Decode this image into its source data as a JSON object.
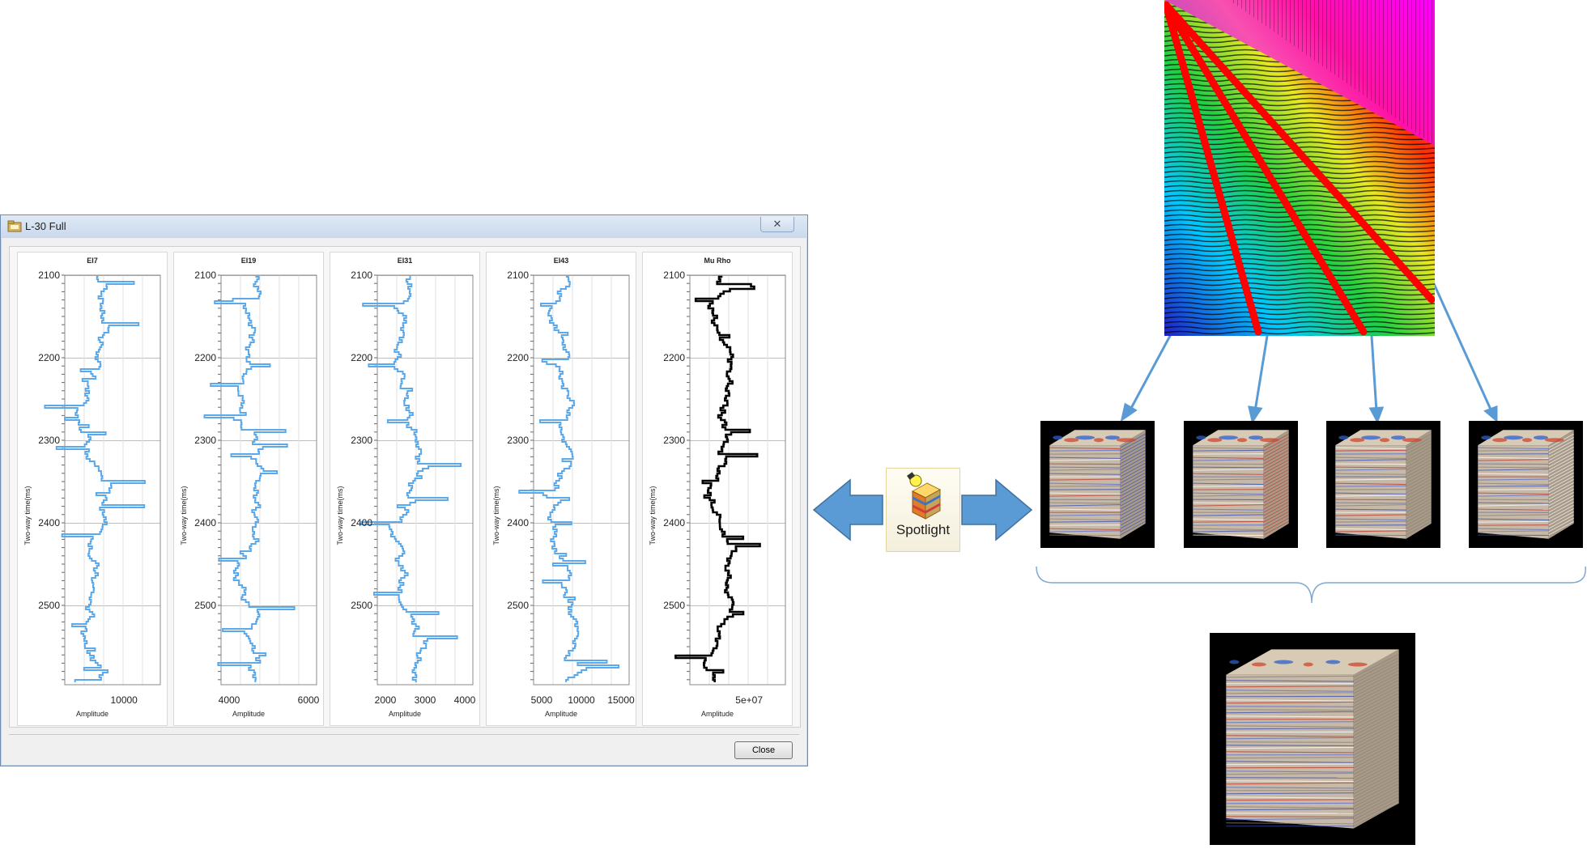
{
  "window": {
    "title": "L-30 Full",
    "close_glyph": "✕",
    "close_button": "Close"
  },
  "panels": [
    {
      "title": "EI7",
      "x_ticks": [
        "10000"
      ],
      "color": "#5ba8ea"
    },
    {
      "title": "EI19",
      "x_ticks": [
        "4000",
        "6000"
      ],
      "color": "#5ba8ea"
    },
    {
      "title": "EI31",
      "x_ticks": [
        "2000",
        "3000",
        "4000"
      ],
      "color": "#5ba8ea"
    },
    {
      "title": "EI43",
      "x_ticks": [
        "5000",
        "10000",
        "15000"
      ],
      "color": "#5ba8ea"
    },
    {
      "title": "Mu Rho",
      "x_ticks": [
        "5e+07"
      ],
      "color": "#000000"
    }
  ],
  "axis": {
    "y_label": "Two-way time(ms)",
    "x_label": "Amplitude",
    "y_ticks": [
      "2100",
      "2200",
      "2300",
      "2400",
      "2500"
    ]
  },
  "spotlight": {
    "label": "Spotlight"
  },
  "colors": {
    "log_curve": "#5ba8ea",
    "arrow_fill": "#5b9bd5",
    "arrow_stroke": "#41719c",
    "red_line": "#ff0000"
  }
}
